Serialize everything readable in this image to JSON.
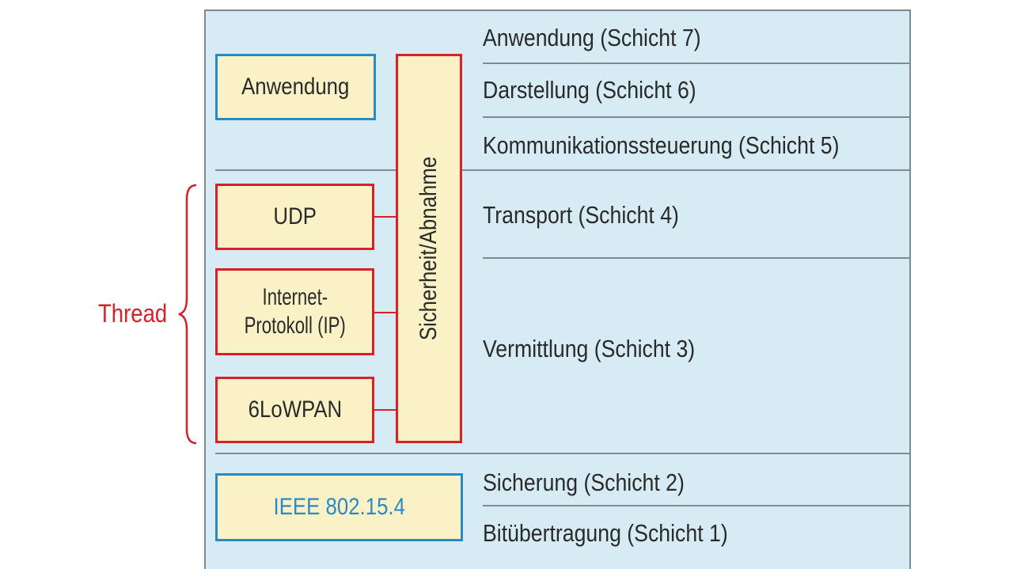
{
  "osi_layers": [
    {
      "label": "Anwendung (Schicht 7)"
    },
    {
      "label": "Darstellung (Schicht 6)"
    },
    {
      "label": "Kommunikationssteuerung (Schicht 5)"
    },
    {
      "label": "Transport (Schicht 4)"
    },
    {
      "label": "Vermittlung (Schicht 3)"
    },
    {
      "label": "Sicherung (Schicht 2)"
    },
    {
      "label": "Bitübertragung (Schicht 1)"
    }
  ],
  "stack": {
    "application": "Anwendung",
    "udp": "UDP",
    "ip_line1": "Internet-",
    "ip_line2": "Protokoll (IP)",
    "lowpan": "6LoWPAN",
    "ieee": "IEEE 802.15.4",
    "security": "Sicherheit/Abnahme"
  },
  "thread_label": "Thread",
  "colors": {
    "panel_bg": "#d6ebf4",
    "box_fill": "#faf1c6",
    "thread_red": "#d8202a",
    "standard_blue": "#2a8ac8",
    "divider_gray": "#7f8b93"
  }
}
